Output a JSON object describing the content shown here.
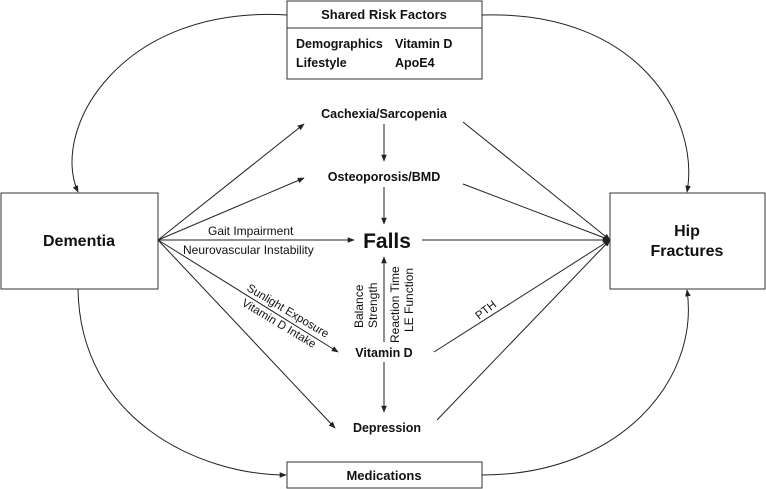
{
  "shared_risk_factors": {
    "title": "Shared Risk Factors",
    "items": [
      "Demographics",
      "Vitamin D",
      "Lifestyle",
      "ApoE4"
    ]
  },
  "nodes": {
    "dementia": "Dementia",
    "hip_fractures_line1": "Hip",
    "hip_fractures_line2": "Fractures",
    "cachexia": "Cachexia/Sarcopenia",
    "osteoporosis": "Osteoporosis/BMD",
    "falls": "Falls",
    "vitamin_d": "Vitamin D",
    "depression": "Depression",
    "medications": "Medications"
  },
  "edge_labels": {
    "gait": "Gait Impairment",
    "neurovascular": "Neurovascular Instability",
    "sunlight": "Sunlight Exposure",
    "vitd_intake": "Vitamin D Intake",
    "balance": "Balance",
    "strength": "Strength",
    "reaction": "Reaction Time",
    "le_function": "LE Function",
    "pth": "PTH"
  }
}
